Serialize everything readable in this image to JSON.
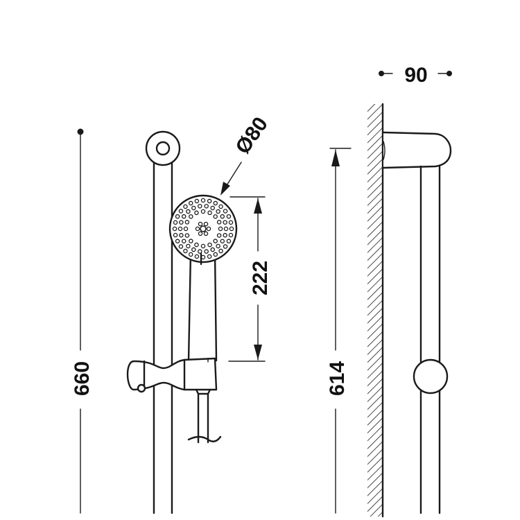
{
  "diagram": {
    "dimensions": {
      "total_height": "660",
      "bar_length": "614",
      "head_to_holder": "222",
      "head_diameter": "Ø80",
      "wall_projection": "90"
    }
  },
  "colors": {
    "line": "#1a1a1a",
    "background": "#ffffff"
  }
}
